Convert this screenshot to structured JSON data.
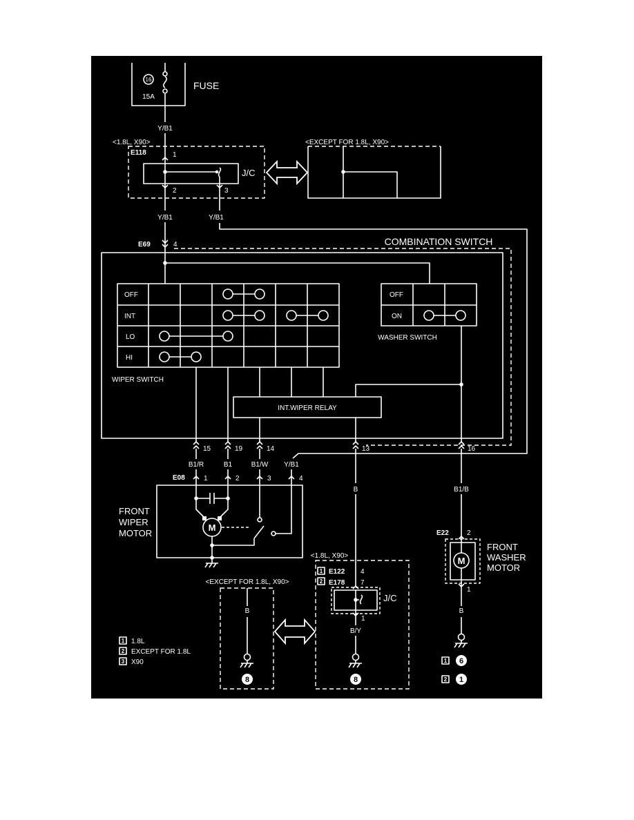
{
  "colors": {
    "panel": "#000000",
    "ink": "#ffffff",
    "page": "#ffffff"
  },
  "fuse": {
    "number": "16",
    "rating": "15A",
    "label": "FUSE"
  },
  "wire_colors": {
    "fuse_out": "Y/B1",
    "jc_out_2": "Y/B1",
    "jc_out_3": "Y/B1",
    "wiper_1": "B1/R",
    "wiper_2": "B1",
    "wiper_3": "B1/W",
    "wiper_4": "Y/B1",
    "relay_13": "B",
    "washer_16": "B1/B",
    "jc2_out": "B/Y",
    "ground_except": "B",
    "washer_ground": "B"
  },
  "jc_top": {
    "variant_label": "<1.8L, X90>",
    "connector": "E118",
    "pin_in": "1",
    "pin_out_a": "2",
    "pin_out_b": "3",
    "label": "J/C",
    "alt_variant_label": "<EXCEPT FOR 1.8L, X90>"
  },
  "combination_switch": {
    "label": "COMBINATION SWITCH",
    "connector": "E69",
    "pin_supply": "4",
    "terminals": [
      "15",
      "19",
      "14",
      "13",
      "16"
    ]
  },
  "wiper_switch": {
    "label": "WIPER SWITCH",
    "positions": [
      "OFF",
      "INT",
      "LO",
      "HI"
    ]
  },
  "washer_switch": {
    "label": "WASHER SWITCH",
    "positions": [
      "OFF",
      "ON"
    ]
  },
  "relay": {
    "label": "INT.WIPER RELAY"
  },
  "wiper_motor": {
    "label_lines": [
      "FRONT",
      "WIPER",
      "MOTOR"
    ],
    "connector": "E08",
    "pins": [
      "1",
      "2",
      "3",
      "4"
    ],
    "symbol": "M"
  },
  "jc_bottom": {
    "variant_label": "<1.8L, X90>",
    "connectors": [
      {
        "key": "1",
        "name": "E122",
        "pin": "4"
      },
      {
        "key": "2",
        "name": "E178",
        "pin": "7"
      }
    ],
    "label": "J/C",
    "pin_out": "1",
    "ground_point": "8"
  },
  "ground_except": {
    "variant_label": "<EXCEPT FOR 1.8L, X90>",
    "ground_point": "8"
  },
  "washer_motor": {
    "label_lines": [
      "FRONT",
      "WASHER",
      "MOTOR"
    ],
    "connector": "E22",
    "pin_in": "2",
    "pin_out": "1",
    "symbol": "M",
    "ground_points": [
      {
        "key": "1",
        "point": "6"
      },
      {
        "key": "2",
        "point": "1"
      }
    ]
  },
  "legend": [
    {
      "key": "1",
      "text": "1.8L"
    },
    {
      "key": "2",
      "text": "EXCEPT FOR 1.8L"
    },
    {
      "key": "3",
      "text": "X90"
    }
  ]
}
